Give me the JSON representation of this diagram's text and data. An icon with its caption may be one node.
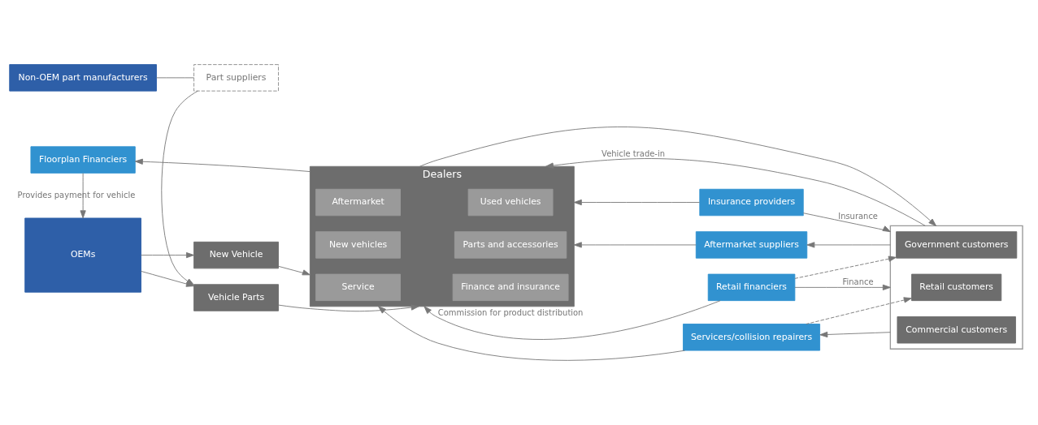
{
  "diagram": {
    "nodes": [
      {
        "text": [
          "Floorplan Financiers"
        ]
      },
      {
        "text": [
          "OEMs"
        ]
      },
      {
        "text": [
          "New Vehicle"
        ]
      },
      {
        "text": [
          "Vehicle Parts"
        ]
      },
      {
        "text": [
          "Non-OEM part manufacturers"
        ]
      },
      {
        "text": [
          "Part suppliers"
        ]
      },
      {
        "text": [
          "Dealers"
        ]
      },
      {
        "text": [
          "New vehicles"
        ],
        "in": 6
      },
      {
        "text": [
          "Used vehicles"
        ],
        "in": 6
      },
      {
        "text": [
          "Aftermarket"
        ],
        "in": 6
      },
      {
        "text": [
          "Parts and accessories"
        ],
        "in": 6
      },
      {
        "text": [
          "Service"
        ],
        "in": 6
      },
      {
        "text": [
          "Finance and insurance"
        ],
        "in": 6
      },
      {
        "text": [
          "Aftermarket suppliers"
        ]
      },
      {
        "text": [
          "Servicers/collision repairers"
        ]
      },
      {
        "text": [],
        "shape": "box"
      },
      {
        "text": [
          "Retail customers"
        ],
        "in": 15
      },
      {
        "text": [
          "Commercial customers"
        ],
        "in": 15
      },
      {
        "text": [
          "Government customers"
        ],
        "in": 15
      },
      {
        "text": [
          "Retail financiers"
        ]
      },
      {
        "text": [
          "Insurance providers"
        ]
      }
    ],
    "edges": [
      {
        "from": 0,
        "to": 1,
        "arrow": "to",
        "label": "Provides payment for vehicle"
      },
      {
        "from": 6,
        "to": 0,
        "arrow": "to"
      },
      {
        "from": 1,
        "to": 2,
        "arrow": "to"
      },
      {
        "from": 1,
        "to": 3,
        "arrow": "to"
      },
      {
        "from": 2,
        "to": 6,
        "arrow": "to"
      },
      {
        "from": 3,
        "to": 6,
        "arrow": "to"
      },
      {
        "from": 4,
        "to": 5,
        "arrow": "none"
      },
      {
        "from": 5,
        "to": 3,
        "arrow": "to"
      },
      {
        "from": 15,
        "to": 6,
        "arrow": "to",
        "label": "Vehicle trade-in"
      },
      {
        "from": 13,
        "to": 6,
        "arrow": "to"
      },
      {
        "from": 14,
        "to": 6,
        "arrow": "to"
      },
      {
        "from": 15,
        "to": 13,
        "arrow": "to"
      },
      {
        "from": 15,
        "to": 14,
        "arrow": "to"
      },
      {
        "from": 14,
        "to": 16,
        "arrow": "to",
        "style": "dashed"
      },
      {
        "from": 6,
        "to": 15,
        "arrow": "to"
      },
      {
        "from": 19,
        "to": 18,
        "arrow": "to",
        "style": "dashed"
      },
      {
        "from": 19,
        "to": 15,
        "arrow": "to",
        "label": "Finance"
      },
      {
        "from": 20,
        "to": 15,
        "arrow": "to",
        "label": "Insurance"
      },
      {
        "from": 19,
        "to": 6,
        "arrow": "to",
        "label": "Commission for product distribution"
      },
      {
        "from": 20,
        "to": 6,
        "arrow": "to"
      }
    ]
  }
}
